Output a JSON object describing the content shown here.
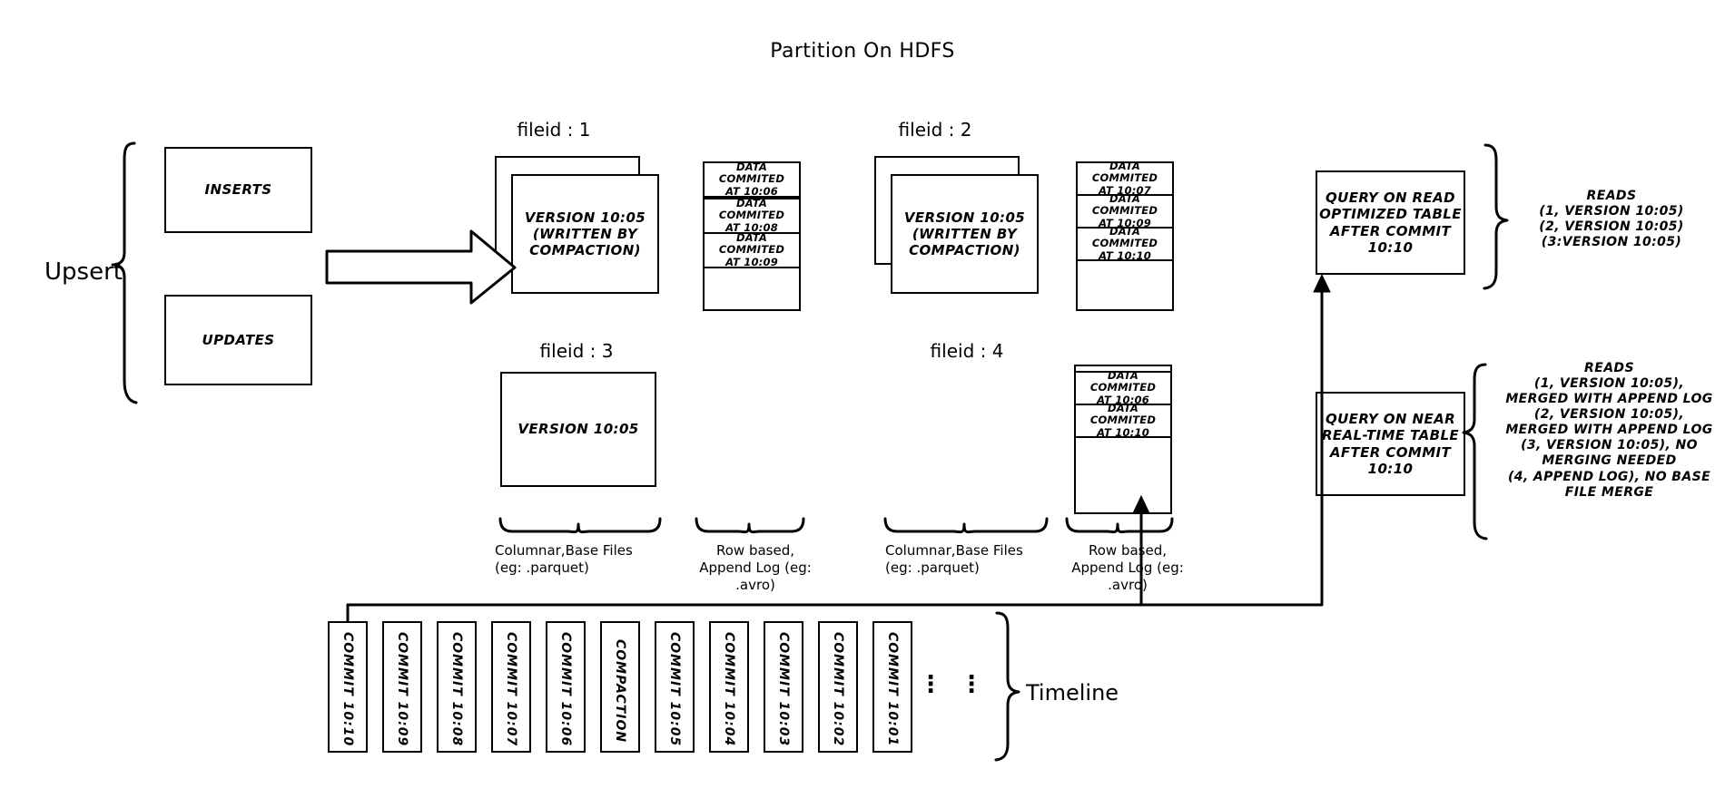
{
  "title": "Partition On HDFS",
  "upsert": {
    "label": "Upsert",
    "inserts": "INSERTS",
    "updates": "UPDATES"
  },
  "commit_arrow": {
    "label": "Commit 10:10"
  },
  "filegroups": [
    {
      "id": "fileid-1",
      "header": "fileid : 1",
      "base_file": "VERSION 10:05\n(WRITTEN BY\nCOMPACTION)",
      "base_lines": [
        "VERSION 10:05",
        "(WRITTEN BY",
        "COMPACTION)"
      ],
      "stacked": true,
      "log_entries": [
        "DATA COMMITED\nAT 10:06",
        "DATA COMMITED\nAT 10:08",
        "DATA COMMITED\nAT 10:09"
      ]
    },
    {
      "id": "fileid-2",
      "header": "fileid : 2",
      "base_lines": [
        "VERSION 10:05",
        "(WRITTEN BY",
        "COMPACTION)"
      ],
      "stacked": true,
      "log_entries": [
        "DATA COMMITED\nAT 10:07",
        "DATA COMMITED\nAT 10:09",
        "DATA COMMITED\nAT 10:10"
      ]
    },
    {
      "id": "fileid-3",
      "header": "fileid : 3",
      "base_lines": [
        "VERSION 10:05"
      ],
      "stacked": false,
      "log_entries": []
    },
    {
      "id": "fileid-4",
      "header": "fileid : 4",
      "base_lines": [],
      "stacked": false,
      "log_entries": [
        "DATA COMMITED\nAT 10:06",
        "DATA COMMITED\nAT 10:10"
      ]
    }
  ],
  "captions": {
    "columnar_left": "Columnar,Base Files\n(eg: .parquet)",
    "rowlog_left": "Row based,\nAppend Log  (eg:\n.avro)",
    "columnar_right": "Columnar,Base Files\n(eg: .parquet)",
    "rowlog_right": "Row based,\nAppend Log  (eg:\n.avro)"
  },
  "queries": {
    "read_optimized": {
      "lines": [
        "QUERY ON READ",
        "OPTIMIZED TABLE",
        "AFTER COMMIT",
        "10:10"
      ]
    },
    "near_real_time": {
      "lines": [
        "QUERY ON NEAR",
        "REAL-TIME TABLE",
        "AFTER COMMIT",
        "10:10"
      ]
    }
  },
  "reads": {
    "read_optimized": {
      "heading": "READS",
      "lines": [
        "(1, VERSION 10:05)",
        "(2, VERSION 10:05)",
        "(3:VERSION 10:05)"
      ]
    },
    "near_real_time": {
      "heading": "READS",
      "lines": [
        "(1, VERSION 10:05),",
        "MERGED WITH APPEND LOG",
        "(2, VERSION 10:05),",
        "MERGED WITH APPEND LOG",
        "(3, VERSION 10:05), NO",
        "MERGING NEEDED",
        "(4, APPEND LOG), NO BASE",
        "FILE MERGE"
      ]
    }
  },
  "timeline": {
    "label": "Timeline",
    "ellipsis": [
      "⋮",
      "⋮"
    ],
    "cells": [
      "COMMIT  10:10",
      "COMMIT  10:09",
      "COMMIT  10:08",
      "COMMIT  10:07",
      "COMMIT  10:06",
      "COMPACTION",
      "COMMIT  10:05",
      "COMMIT  10:04",
      "COMMIT  10:03",
      "COMMIT  10:02",
      "COMMIT  10:01"
    ]
  },
  "colors": {
    "ink": "#000000",
    "paper": "#ffffff"
  }
}
